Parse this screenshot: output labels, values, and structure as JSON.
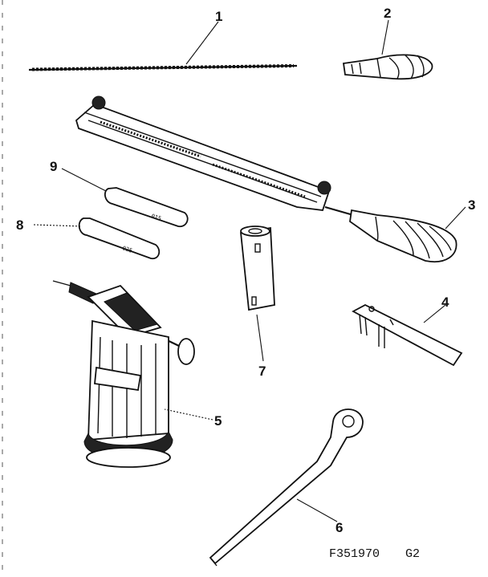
{
  "diagram": {
    "callouts": [
      {
        "id": "1",
        "label": "1"
      },
      {
        "id": "2",
        "label": "2"
      },
      {
        "id": "3",
        "label": "3"
      },
      {
        "id": "4",
        "label": "4"
      },
      {
        "id": "5",
        "label": "5"
      },
      {
        "id": "6",
        "label": "6"
      },
      {
        "id": "7",
        "label": "7"
      },
      {
        "id": "8",
        "label": "8"
      },
      {
        "id": "9",
        "label": "9"
      }
    ],
    "part_markings": {
      "gauge_9": "015",
      "gauge_8": "025"
    },
    "figure_code": "F351970",
    "figure_suffix": "G2"
  }
}
